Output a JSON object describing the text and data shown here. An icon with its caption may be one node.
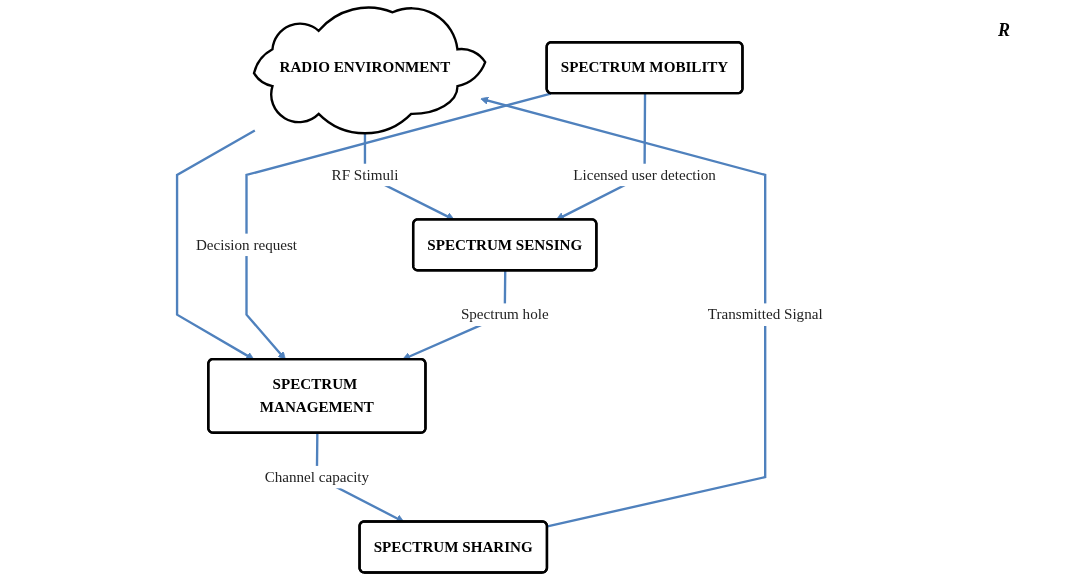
{
  "diagram": {
    "nodes": [
      {
        "text": [
          "RADIO ENVIRONMENT"
        ]
      },
      {
        "text": [
          "SPECTRUM SHARING"
        ]
      },
      {
        "text": [
          "SPECTRUM MOBILITY"
        ]
      },
      {
        "text": [
          "SPECTRUM SENSING"
        ]
      },
      {
        "text": [
          "SPECTRUM MANAGEMENT"
        ]
      }
    ],
    "edges": [
      {
        "from": 1,
        "to": 0,
        "arrow": "to",
        "label": "Transmitted Signal"
      },
      {
        "from": 0,
        "to": 3,
        "arrow": "to",
        "label": "RF Stimuli"
      },
      {
        "from": 0,
        "to": 4,
        "arrow": "to"
      },
      {
        "from": 2,
        "to": 3,
        "arrow": "to",
        "label": "Licensed user detection"
      },
      {
        "from": 2,
        "to": 4,
        "arrow": "to",
        "label": "Decision request"
      },
      {
        "from": 3,
        "to": 4,
        "arrow": "to",
        "label": "Spectrum hole"
      },
      {
        "from": 4,
        "to": 1,
        "arrow": "to",
        "label": "Channel capacity"
      }
    ],
    "labels": [
      "R"
    ]
  }
}
